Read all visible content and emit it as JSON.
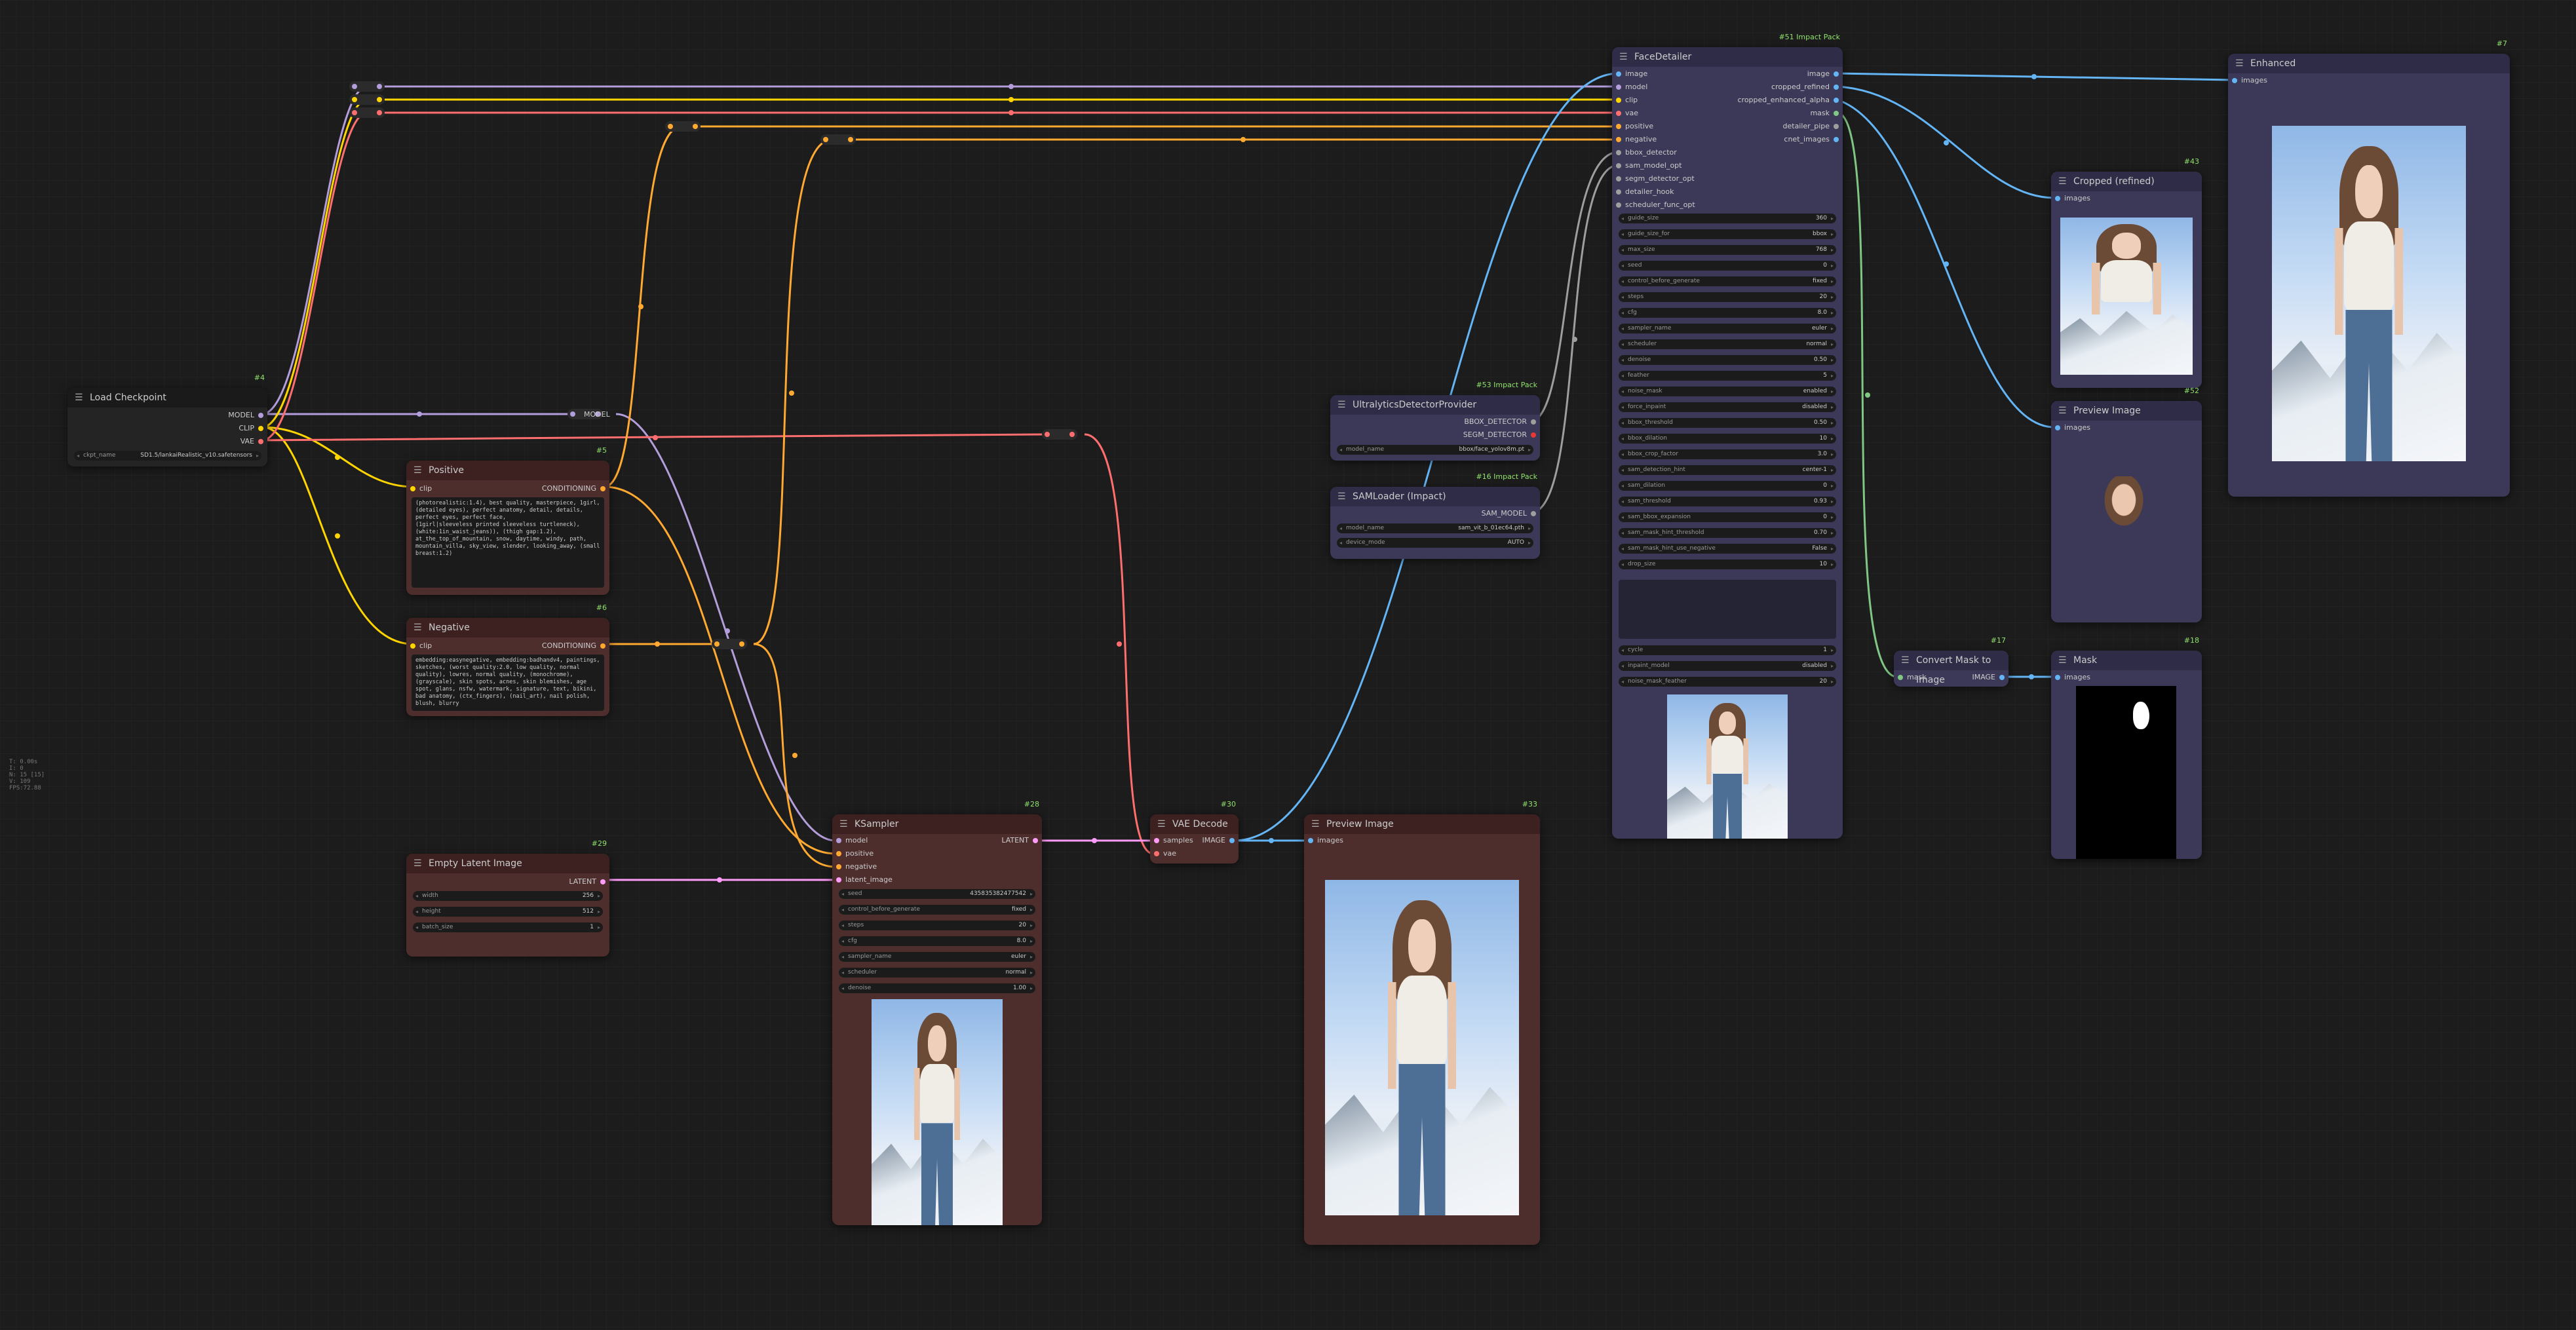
{
  "status": [
    "T: 0.00s",
    "I: 0",
    "N: 15 [15]",
    "V: 109",
    "FPS:72.88"
  ],
  "colors": {
    "model": "#b39ddb",
    "clip": "#ffd500",
    "vae": "#ff6e6e",
    "conditioning": "#ffa931",
    "latent": "#ff9cf9",
    "image": "#64b5f6",
    "mask": "#81c784",
    "detector": "#9e9e9e"
  },
  "nodes": {
    "load_checkpoint": {
      "id": "#4",
      "title": "Load Checkpoint",
      "outputs": [
        "MODEL",
        "CLIP",
        "VAE"
      ],
      "widgets": [
        {
          "k": "ckpt_name",
          "v": "SD1.5/lankaiRealistic_v10.safetensors"
        }
      ]
    },
    "positive": {
      "id": "#5",
      "title": "Positive",
      "input": "clip",
      "output": "CONDITIONING",
      "text": "(photorealistic:1.4), best quality, masterpiece, 1girl, (detailed eyes), perfect anatomy, detail, details, perfect eyes, perfect face,\n(1girl|sleeveless printed sleeveless turtleneck),\n(white:1in_waist_jeans)), (thigh gap:1.2),\nat_the_top_of_mountain, snow, daytime, windy, path, mountain_villa, sky_view, slender, looking_away, (small breast:1.2)"
    },
    "negative": {
      "id": "#6",
      "title": "Negative",
      "input": "clip",
      "output": "CONDITIONING",
      "text": "embedding:easynegative, embedding:badhandv4, paintings, sketches, (worst quality:2.0, low quality, normal quality), lowres, normal quality, (monochrome), (grayscale), skin spots, acnes, skin blemishes, age spot, glans, nsfw, watermark, signature, text, bikini, bad anatomy, (ctx_fingers), (nail_art), nail polish, blush, blurry"
    },
    "empty_latent": {
      "id": "#29",
      "title": "Empty Latent Image",
      "output": "LATENT",
      "widgets": [
        {
          "k": "width",
          "v": "256"
        },
        {
          "k": "height",
          "v": "512"
        },
        {
          "k": "batch_size",
          "v": "1"
        }
      ]
    },
    "ksampler": {
      "id": "#28",
      "title": "KSampler",
      "inputs": [
        "model",
        "positive",
        "negative",
        "latent_image"
      ],
      "output": "LATENT",
      "widgets": [
        {
          "k": "seed",
          "v": "435835382477542"
        },
        {
          "k": "control_before_generate",
          "v": "fixed"
        },
        {
          "k": "steps",
          "v": "20"
        },
        {
          "k": "cfg",
          "v": "8.0"
        },
        {
          "k": "sampler_name",
          "v": "euler"
        },
        {
          "k": "scheduler",
          "v": "normal"
        },
        {
          "k": "denoise",
          "v": "1.00"
        }
      ]
    },
    "vae_decode": {
      "id": "#30",
      "title": "VAE Decode",
      "inputs": [
        "samples",
        "vae"
      ],
      "output": "IMAGE"
    },
    "preview_image": {
      "id": "#33",
      "title": "Preview Image",
      "input": "images"
    },
    "ultralytics": {
      "id": "#53 Impact Pack",
      "title": "UltralyticsDetectorProvider",
      "outputs": [
        "BBOX_DETECTOR",
        "SEGM_DETECTOR"
      ],
      "widgets": [
        {
          "k": "model_name",
          "v": "bbox/face_yolov8m.pt"
        }
      ]
    },
    "samloader": {
      "id": "#16 Impact Pack",
      "title": "SAMLoader (Impact)",
      "output": "SAM_MODEL",
      "widgets": [
        {
          "k": "model_name",
          "v": "sam_vit_b_01ec64.pth"
        },
        {
          "k": "device_mode",
          "v": "AUTO"
        }
      ]
    },
    "facedetailer": {
      "id": "#51 Impact Pack",
      "title": "FaceDetailer",
      "inputs": [
        "image",
        "model",
        "clip",
        "vae",
        "positive",
        "negative",
        "bbox_detector",
        "sam_model_opt",
        "segm_detector_opt",
        "detailer_hook",
        "scheduler_func_opt"
      ],
      "outputs": [
        "image",
        "cropped_refined",
        "cropped_enhanced_alpha",
        "mask",
        "detailer_pipe",
        "cnet_images"
      ],
      "widgets": [
        {
          "k": "guide_size",
          "v": "360"
        },
        {
          "k": "guide_size_for",
          "v": "bbox"
        },
        {
          "k": "max_size",
          "v": "768"
        },
        {
          "k": "seed",
          "v": "0"
        },
        {
          "k": "control_before_generate",
          "v": "fixed"
        },
        {
          "k": "steps",
          "v": "20"
        },
        {
          "k": "cfg",
          "v": "8.0"
        },
        {
          "k": "sampler_name",
          "v": "euler"
        },
        {
          "k": "scheduler",
          "v": "normal"
        },
        {
          "k": "denoise",
          "v": "0.50"
        },
        {
          "k": "feather",
          "v": "5"
        },
        {
          "k": "noise_mask",
          "v": "enabled"
        },
        {
          "k": "force_inpaint",
          "v": "disabled"
        },
        {
          "k": "bbox_threshold",
          "v": "0.50"
        },
        {
          "k": "bbox_dilation",
          "v": "10"
        },
        {
          "k": "bbox_crop_factor",
          "v": "3.0"
        },
        {
          "k": "sam_detection_hint",
          "v": "center-1"
        },
        {
          "k": "sam_dilation",
          "v": "0"
        },
        {
          "k": "sam_threshold",
          "v": "0.93"
        },
        {
          "k": "sam_bbox_expansion",
          "v": "0"
        },
        {
          "k": "sam_mask_hint_threshold",
          "v": "0.70"
        },
        {
          "k": "sam_mask_hint_use_negative",
          "v": "False"
        },
        {
          "k": "drop_size",
          "v": "10"
        }
      ],
      "widgets2": [
        {
          "k": "cycle",
          "v": "1"
        },
        {
          "k": "inpaint_model",
          "v": "disabled"
        },
        {
          "k": "noise_mask_feather",
          "v": "20"
        }
      ]
    },
    "cropped_refined": {
      "id": "#43",
      "title": "Cropped (refined)",
      "input": "images"
    },
    "preview_image2": {
      "id": "#52",
      "title": "Preview Image",
      "input": "images"
    },
    "enhanced": {
      "id": "#7",
      "title": "Enhanced",
      "input": "images"
    },
    "convert_mask": {
      "id": "#17",
      "title": "Convert Mask to Image",
      "input": "mask",
      "output": "IMAGE"
    },
    "mask": {
      "id": "#18",
      "title": "Mask",
      "input": "images"
    }
  },
  "reroutes": {
    "model_label": "MODEL"
  }
}
